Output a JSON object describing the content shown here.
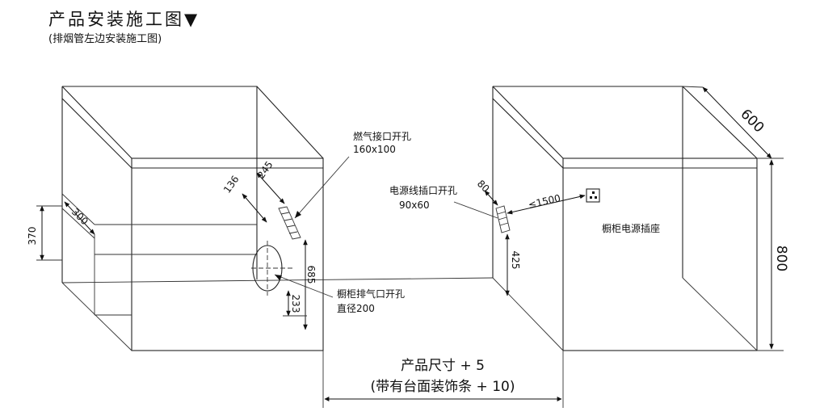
{
  "title": "产品安装施工图▼",
  "subtitle": "(排烟管左边安装施工图)",
  "labels": {
    "gas_hole": "燃气接口开孔",
    "gas_size": "160x100",
    "power_hole": "电源线插口开孔",
    "power_size": "90x60",
    "socket": "橱柜电源插座",
    "exhaust_hole": "橱柜排气口开孔",
    "exhaust_diameter": "直径200",
    "product_size": "产品尺寸 + 5",
    "trim_note": "(带有台面装饰条 + 10)"
  },
  "dimensions": {
    "d370": "370",
    "d300": "300",
    "d136": "136",
    "d245": "245",
    "d685": "685",
    "d233": "233",
    "d80": "80",
    "d1500": "≤1500",
    "d425": "425",
    "d600": "600",
    "d800": "800"
  }
}
